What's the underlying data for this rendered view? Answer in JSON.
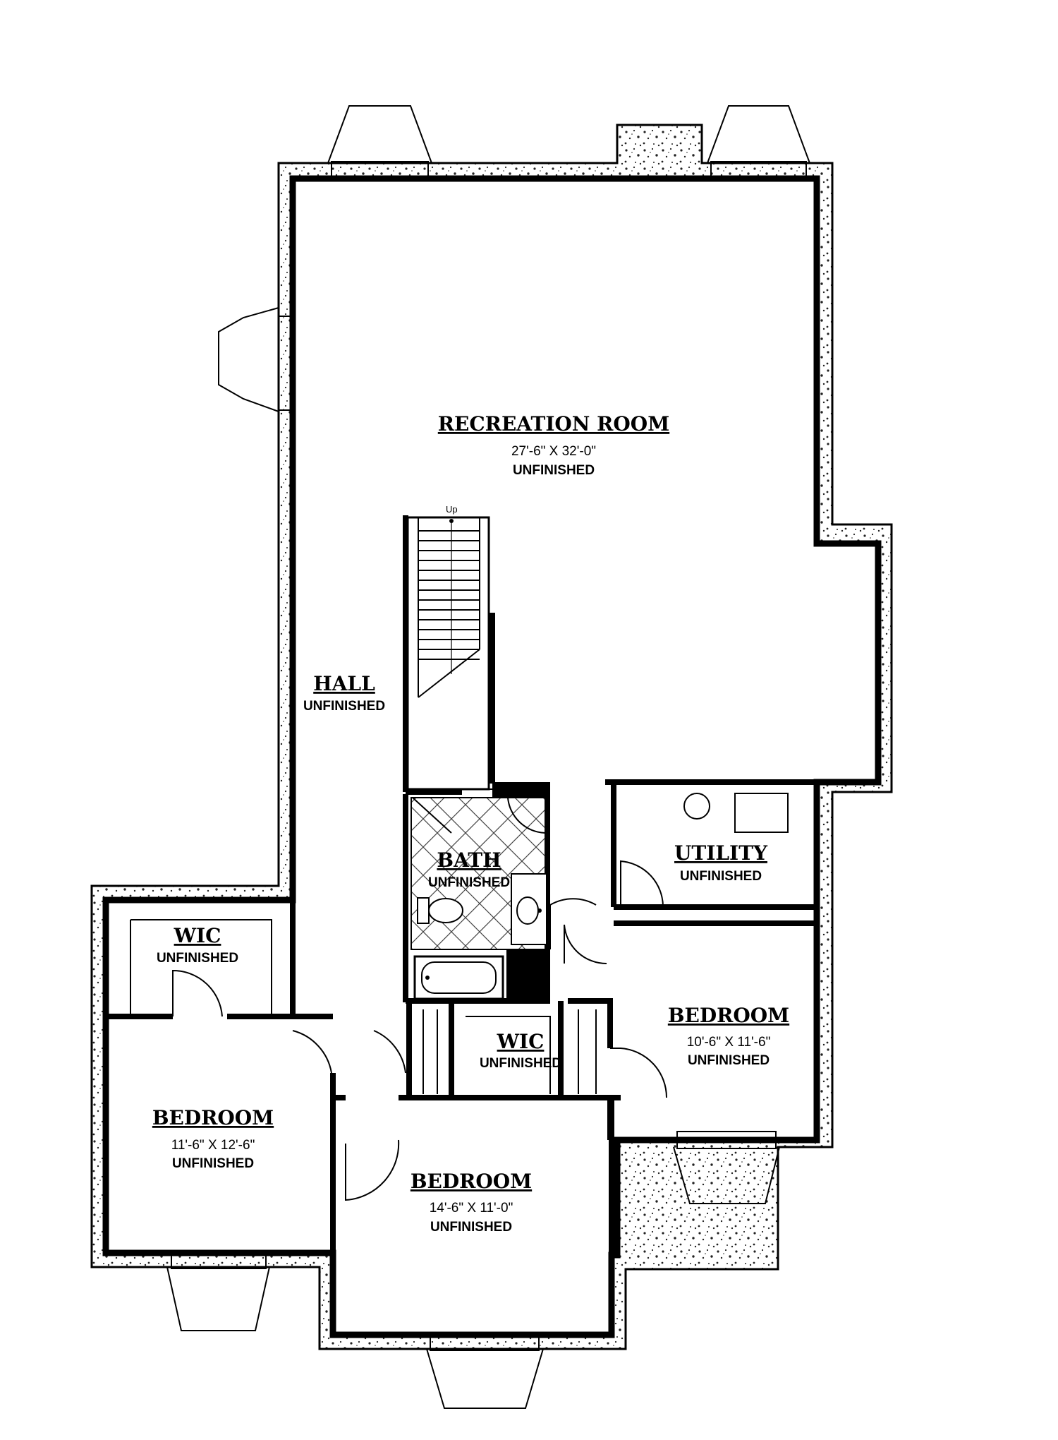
{
  "colors": {
    "wall": "#000000",
    "background": "#ffffff",
    "foundation_speckle": "#222222"
  },
  "stair_label": "Up",
  "rooms": [
    {
      "id": "recreation",
      "title": "RECREATION ROOM",
      "dimensions": "27'-6\" X 32'-0\"",
      "status": "UNFINISHED"
    },
    {
      "id": "hall",
      "title": "HALL",
      "dimensions": "",
      "status": "UNFINISHED"
    },
    {
      "id": "bath",
      "title": "BATH",
      "dimensions": "",
      "status": "UNFINISHED"
    },
    {
      "id": "utility",
      "title": "UTILITY",
      "dimensions": "",
      "status": "UNFINISHED"
    },
    {
      "id": "wic-left",
      "title": "WIC",
      "dimensions": "",
      "status": "UNFINISHED"
    },
    {
      "id": "wic-center",
      "title": "WIC",
      "dimensions": "",
      "status": "UNFINISHED"
    },
    {
      "id": "bedroom-left",
      "title": "BEDROOM",
      "dimensions": "11'-6\" X 12'-6\"",
      "status": "UNFINISHED"
    },
    {
      "id": "bedroom-right",
      "title": "BEDROOM",
      "dimensions": "10'-6\" X 11'-6\"",
      "status": "UNFINISHED"
    },
    {
      "id": "bedroom-center",
      "title": "BEDROOM",
      "dimensions": "14'-6\" X 11'-0\"",
      "status": "UNFINISHED"
    }
  ]
}
